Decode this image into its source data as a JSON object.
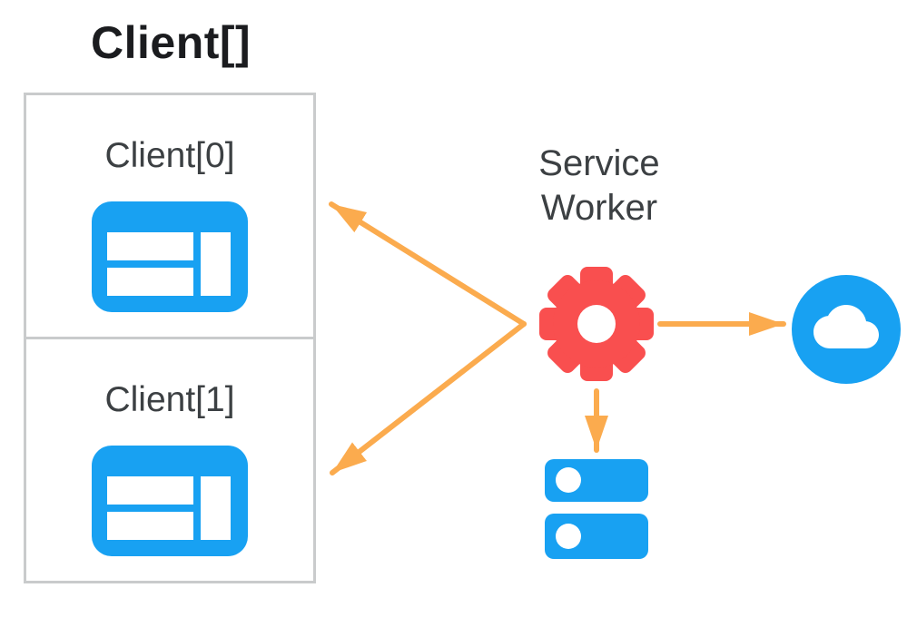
{
  "colors": {
    "blue": "#18A1F2",
    "red": "#F94F4F",
    "orange": "#FBAB4E",
    "title-text": "#1B1C1F",
    "label-text": "#3C4043",
    "box-border": "#C9CBCC",
    "bg": "#FFFFFF"
  },
  "diagram": {
    "clients_group": {
      "title": "Client[]",
      "clients": [
        {
          "label": "Client[0]",
          "icon": "browser-window-icon"
        },
        {
          "label": "Client[1]",
          "icon": "browser-window-icon"
        }
      ]
    },
    "service_worker": {
      "label": "Service Worker",
      "icon": "gear-icon"
    },
    "network": {
      "icon": "cloud-icon"
    },
    "storage": {
      "icon": "storage-disks-icon"
    },
    "connections": [
      {
        "from": "service-worker",
        "to": "client-0",
        "type": "arrow"
      },
      {
        "from": "service-worker",
        "to": "client-1",
        "type": "arrow"
      },
      {
        "from": "service-worker",
        "to": "network-cloud",
        "type": "arrow"
      },
      {
        "from": "service-worker",
        "to": "storage",
        "type": "arrow"
      }
    ]
  }
}
